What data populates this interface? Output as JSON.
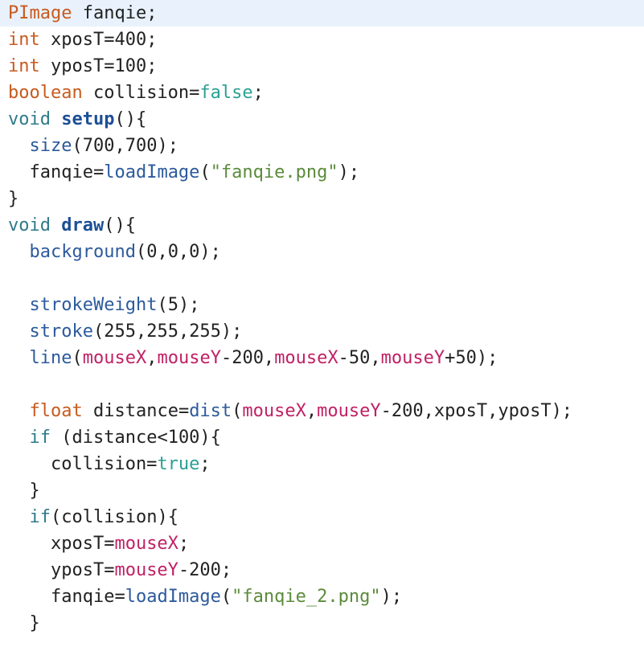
{
  "editor": {
    "lines": [
      {
        "tokens": [
          {
            "t": "PImage",
            "c": "type"
          },
          {
            "t": " fanqie;",
            "c": "plain"
          }
        ]
      },
      {
        "tokens": [
          {
            "t": "int",
            "c": "type"
          },
          {
            "t": " xposT=400;",
            "c": "plain"
          }
        ]
      },
      {
        "tokens": [
          {
            "t": "int",
            "c": "type"
          },
          {
            "t": " yposT=100;",
            "c": "plain"
          }
        ]
      },
      {
        "tokens": [
          {
            "t": "boolean",
            "c": "type"
          },
          {
            "t": " collision=",
            "c": "plain"
          },
          {
            "t": "false",
            "c": "const"
          },
          {
            "t": ";",
            "c": "plain"
          }
        ]
      },
      {
        "tokens": [
          {
            "t": "void",
            "c": "keyword"
          },
          {
            "t": " ",
            "c": "plain"
          },
          {
            "t": "setup",
            "c": "bold"
          },
          {
            "t": "(){",
            "c": "plain"
          }
        ]
      },
      {
        "tokens": [
          {
            "t": "  ",
            "c": "plain"
          },
          {
            "t": "size",
            "c": "func"
          },
          {
            "t": "(700,700);",
            "c": "plain"
          }
        ]
      },
      {
        "tokens": [
          {
            "t": "  fanqie=",
            "c": "plain"
          },
          {
            "t": "loadImage",
            "c": "func"
          },
          {
            "t": "(",
            "c": "plain"
          },
          {
            "t": "\"fanqie.png\"",
            "c": "str"
          },
          {
            "t": ");",
            "c": "plain"
          }
        ]
      },
      {
        "tokens": [
          {
            "t": "}",
            "c": "plain"
          }
        ]
      },
      {
        "tokens": [
          {
            "t": "void",
            "c": "keyword"
          },
          {
            "t": " ",
            "c": "plain"
          },
          {
            "t": "draw",
            "c": "bold"
          },
          {
            "t": "(){",
            "c": "plain"
          }
        ]
      },
      {
        "tokens": [
          {
            "t": "  ",
            "c": "plain"
          },
          {
            "t": "background",
            "c": "func"
          },
          {
            "t": "(0,0,0);",
            "c": "plain"
          }
        ]
      },
      {
        "tokens": []
      },
      {
        "tokens": [
          {
            "t": "  ",
            "c": "plain"
          },
          {
            "t": "strokeWeight",
            "c": "func"
          },
          {
            "t": "(5);",
            "c": "plain"
          }
        ]
      },
      {
        "tokens": [
          {
            "t": "  ",
            "c": "plain"
          },
          {
            "t": "stroke",
            "c": "func"
          },
          {
            "t": "(255,255,255);",
            "c": "plain"
          }
        ]
      },
      {
        "tokens": [
          {
            "t": "  ",
            "c": "plain"
          },
          {
            "t": "line",
            "c": "func"
          },
          {
            "t": "(",
            "c": "plain"
          },
          {
            "t": "mouseX",
            "c": "builtin"
          },
          {
            "t": ",",
            "c": "plain"
          },
          {
            "t": "mouseY",
            "c": "builtin"
          },
          {
            "t": "-200,",
            "c": "plain"
          },
          {
            "t": "mouseX",
            "c": "builtin"
          },
          {
            "t": "-50,",
            "c": "plain"
          },
          {
            "t": "mouseY",
            "c": "builtin"
          },
          {
            "t": "+50);",
            "c": "plain"
          }
        ]
      },
      {
        "tokens": []
      },
      {
        "tokens": [
          {
            "t": "  ",
            "c": "plain"
          },
          {
            "t": "float",
            "c": "type"
          },
          {
            "t": " distance=",
            "c": "plain"
          },
          {
            "t": "dist",
            "c": "func"
          },
          {
            "t": "(",
            "c": "plain"
          },
          {
            "t": "mouseX",
            "c": "builtin"
          },
          {
            "t": ",",
            "c": "plain"
          },
          {
            "t": "mouseY",
            "c": "builtin"
          },
          {
            "t": "-200,xposT,yposT);",
            "c": "plain"
          }
        ]
      },
      {
        "tokens": [
          {
            "t": "  ",
            "c": "plain"
          },
          {
            "t": "if",
            "c": "keyword"
          },
          {
            "t": " (distance<100){",
            "c": "plain"
          }
        ]
      },
      {
        "tokens": [
          {
            "t": "    collision=",
            "c": "plain"
          },
          {
            "t": "true",
            "c": "const"
          },
          {
            "t": ";",
            "c": "plain"
          }
        ]
      },
      {
        "tokens": [
          {
            "t": "  }",
            "c": "plain"
          }
        ]
      },
      {
        "tokens": [
          {
            "t": "  ",
            "c": "plain"
          },
          {
            "t": "if",
            "c": "keyword"
          },
          {
            "t": "(collision){",
            "c": "plain"
          }
        ]
      },
      {
        "tokens": [
          {
            "t": "    xposT=",
            "c": "plain"
          },
          {
            "t": "mouseX",
            "c": "builtin"
          },
          {
            "t": ";",
            "c": "plain"
          }
        ]
      },
      {
        "tokens": [
          {
            "t": "    yposT=",
            "c": "plain"
          },
          {
            "t": "mouseY",
            "c": "builtin"
          },
          {
            "t": "-200;",
            "c": "plain"
          }
        ]
      },
      {
        "tokens": [
          {
            "t": "    fanqie=",
            "c": "plain"
          },
          {
            "t": "loadImage",
            "c": "func"
          },
          {
            "t": "(",
            "c": "plain"
          },
          {
            "t": "\"fanqie_2.png\"",
            "c": "str"
          },
          {
            "t": ");",
            "c": "plain"
          }
        ]
      },
      {
        "tokens": [
          {
            "t": "  }",
            "c": "plain"
          }
        ]
      }
    ],
    "highlight_line_index": 0
  },
  "colors": {
    "background": "#ffffff",
    "current_line": "#e9f2fc",
    "type": "#c85a1e",
    "keyword": "#2f7a8a",
    "function": "#2c5a9c",
    "constant": "#2aa093",
    "builtin": "#c02164",
    "string": "#5b8b3b",
    "plain": "#222222"
  }
}
